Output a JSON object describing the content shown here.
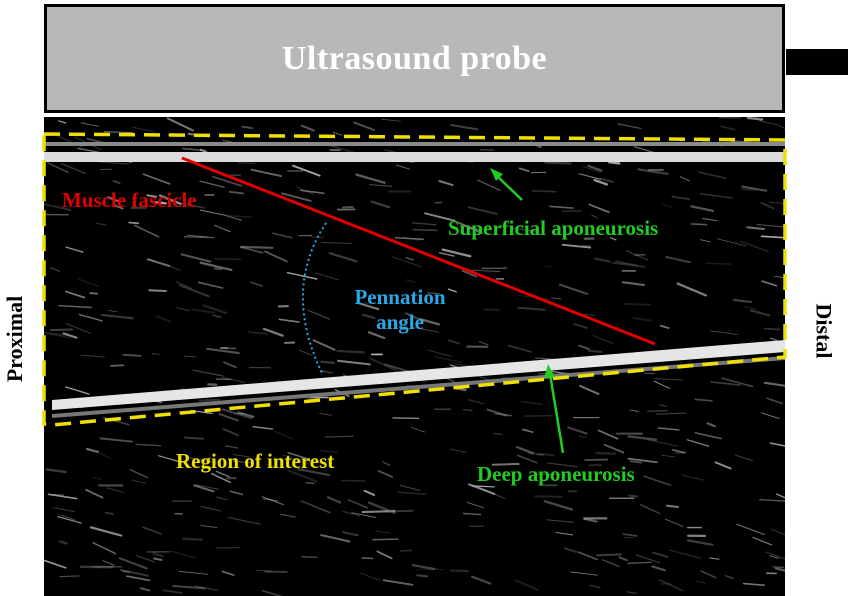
{
  "probe": {
    "label": "Ultrasound probe"
  },
  "labels": {
    "muscle_fascicle": "Muscle fascicle",
    "superficial_aponeurosis": "Superficial aponeurosis",
    "pennation_line1": "Pennation",
    "pennation_line2": "angle",
    "region_of_interest": "Region of interest",
    "deep_aponeurosis": "Deep aponeurosis",
    "proximal": "Proximal",
    "distal": "Distal"
  },
  "colors": {
    "fascicle": "#e00000",
    "aponeurosis_labels": "#22cc22",
    "pennation": "#2aa8e6",
    "roi": "#f0e000",
    "probe": "#b8b8b8",
    "scan_background": "#000000"
  }
}
